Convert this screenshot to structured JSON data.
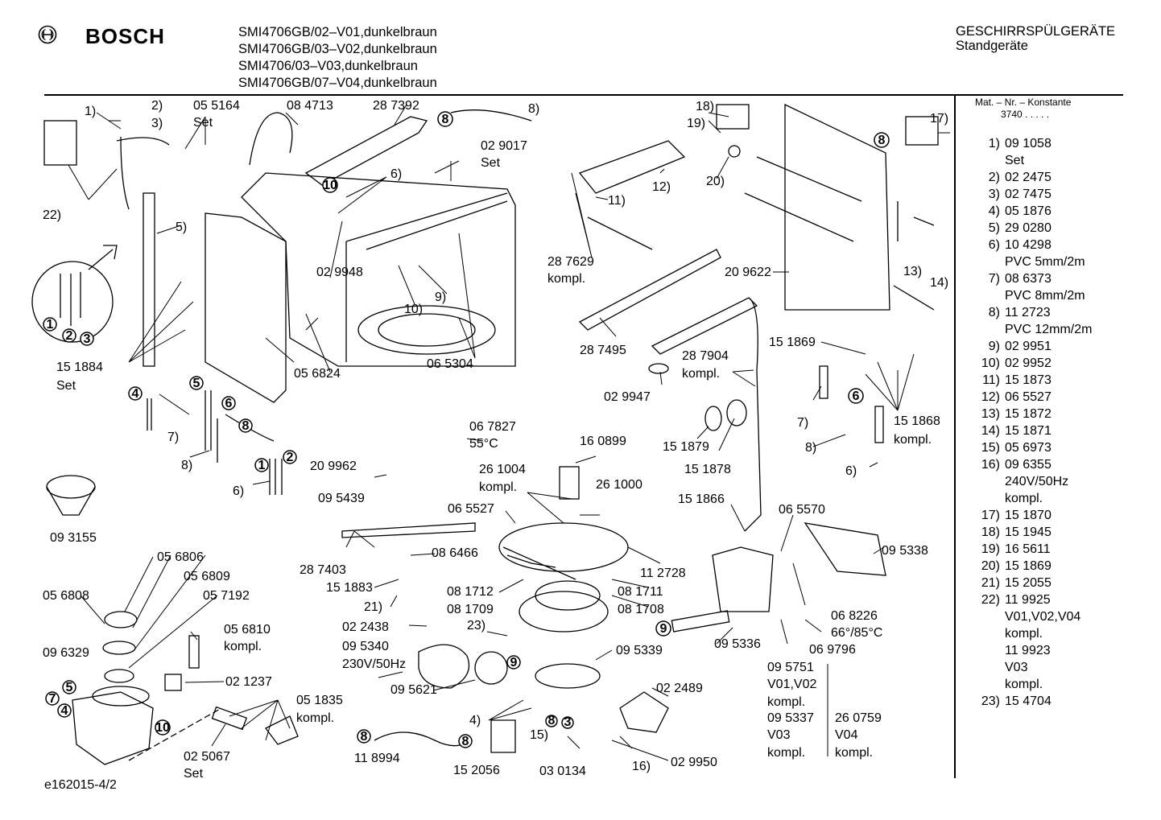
{
  "header": {
    "brand": "BOSCH",
    "models": [
      "SMI4706GB/02–V01,dunkelbraun",
      "SMI4706GB/03–V02,dunkelbraun",
      "SMI4706/03–V03,dunkelbraun",
      "SMI4706GB/07–V04,dunkelbraun"
    ],
    "category": "GESCHIRRSPÜLGERÄTE",
    "subcategory": "Standgeräte"
  },
  "legend": {
    "heading": "Mat. – Nr. – Konstante",
    "constant": "3740  .  .  .  .  .",
    "items": [
      {
        "n": "1)",
        "t": [
          "09 1058",
          "Set"
        ]
      },
      {
        "n": "2)",
        "t": [
          "02 2475"
        ]
      },
      {
        "n": "3)",
        "t": [
          "02 7475"
        ]
      },
      {
        "n": "4)",
        "t": [
          "05 1876"
        ]
      },
      {
        "n": "5)",
        "t": [
          "29 0280"
        ]
      },
      {
        "n": "6)",
        "t": [
          "10 4298",
          "PVC 5mm/2m"
        ]
      },
      {
        "n": "7)",
        "t": [
          "08 6373",
          "PVC 8mm/2m"
        ]
      },
      {
        "n": "8)",
        "t": [
          "11 2723",
          "PVC 12mm/2m"
        ]
      },
      {
        "n": "9)",
        "t": [
          "02 9951"
        ]
      },
      {
        "n": "10)",
        "t": [
          "02 9952"
        ]
      },
      {
        "n": "11)",
        "t": [
          "15 1873"
        ]
      },
      {
        "n": "12)",
        "t": [
          "06 5527"
        ]
      },
      {
        "n": "13)",
        "t": [
          "15 1872"
        ]
      },
      {
        "n": "14)",
        "t": [
          "15 1871"
        ]
      },
      {
        "n": "15)",
        "t": [
          "05 6973"
        ]
      },
      {
        "n": "16)",
        "t": [
          "09 6355",
          "240V/50Hz",
          "kompl."
        ]
      },
      {
        "n": "17)",
        "t": [
          "15 1870"
        ]
      },
      {
        "n": "18)",
        "t": [
          "15 1945"
        ]
      },
      {
        "n": "19)",
        "t": [
          "16 5611"
        ]
      },
      {
        "n": "20)",
        "t": [
          "15 1869"
        ]
      },
      {
        "n": "21)",
        "t": [
          "15 2055"
        ]
      },
      {
        "n": "22)",
        "t": [
          "11 9925",
          "V01,V02,V04",
          "kompl.",
          "11 9923",
          "V03",
          "kompl."
        ]
      },
      {
        "n": "23)",
        "t": [
          "15 4704"
        ]
      }
    ]
  },
  "labels": {
    "l1": "1)",
    "l2": "2)",
    "l3": "3)",
    "l22": "22)",
    "l5": "5)",
    "p055164": "05 5164",
    "set1": "Set",
    "p084713": "08 4713",
    "p287392": "28 7392",
    "l8a": "8)",
    "p029017": "02 9017",
    "set2": "Set",
    "l6a": "6)",
    "p029948": "02 9948",
    "p151884": "15 1884",
    "set3": "Set",
    "l7a": "7)",
    "l8b": "8)",
    "l6b": "6)",
    "p056824": "05 6824",
    "p065304": "06 5304",
    "l10": "10)",
    "l9": "9)",
    "p209962": "20 9962",
    "p095439": "09 5439",
    "p093155": "09 3155",
    "p067827": "06 7827",
    "t55": "55°C",
    "l18": "18)",
    "l19": "19)",
    "l20": "20)",
    "l17": "17)",
    "l12": "12)",
    "l11": "11)",
    "p287629": "28 7629",
    "kompl1": "kompl.",
    "p209622": "20 9622",
    "l13": "13)",
    "l14": "14)",
    "p287495": "28 7495",
    "p287904": "28 7904",
    "kompl2": "kompl.",
    "p029947": "02 9947",
    "p151869": "15 1869",
    "l7b": "7)",
    "l8c": "8)",
    "l6c": "6)",
    "p151868": "15 1868",
    "kompl3": "kompl.",
    "p151879": "15 1879",
    "p151878": "15 1878",
    "p160899": "16 0899",
    "p261004": "26 1004",
    "kompl4": "kompl.",
    "p261000": "26 1000",
    "p065527": "06 5527",
    "p287403": "28 7403",
    "p086466": "08 6466",
    "p112728": "11 2728",
    "p151883": "15 1883",
    "l21": "21)",
    "p081712": "08 1712",
    "p081711": "08 1711",
    "p081709": "08 1709",
    "p081708": "08 1708",
    "p151866": "15 1866",
    "p065570": "06 5570",
    "p095338": "09 5338",
    "p056806": "05 6806",
    "p056809": "05 6809",
    "p056808": "05 6808",
    "p057192": "05 7192",
    "p056810": "05 6810",
    "kompl5": "kompl.",
    "p096329": "09 6329",
    "p021237": "02 1237",
    "p022438": "02 2438",
    "l23": "23)",
    "p095340": "09 5340",
    "v230": "230V/50Hz",
    "p095339": "09 5339",
    "p095336": "09 5336",
    "p068226": "06 8226",
    "t6685": "66°/85°C",
    "p069796": "06 9796",
    "p095621": "09 5621",
    "p051835": "05 1835",
    "kompl6": "kompl.",
    "p095751": "09 5751",
    "v0102": "V01,V02",
    "kompl7": "kompl.",
    "p095337": "09 5337",
    "v03": "V03",
    "kompl8": "kompl.",
    "p260759": "26 0759",
    "v04": "V04",
    "kompl9": "kompl.",
    "p022489": "02 2489",
    "l4": "4)",
    "l15": "15)",
    "l16": "16)",
    "p025067": "02 5067",
    "set4": "Set",
    "p118994": "11 8994",
    "p152056": "15 2056",
    "p030134": "03 0134",
    "p029950": "02 9950"
  },
  "footer": {
    "code": "e162015-4/2"
  }
}
